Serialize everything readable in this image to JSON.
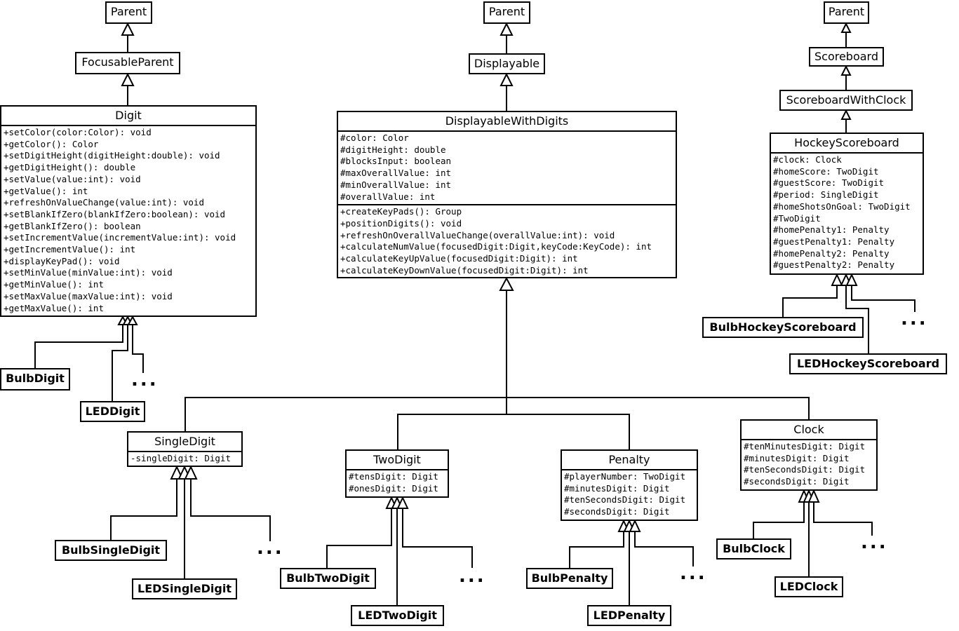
{
  "left": {
    "parent": "Parent",
    "focusable": "FocusableParent",
    "digit": {
      "title": "Digit",
      "methods": [
        "+setColor(color:Color): void",
        "+getColor(): Color",
        "+setDigitHeight(digitHeight:double): void",
        "+getDigitHeight(): double",
        "+setValue(value:int): void",
        "+getValue(): int",
        "+refreshOnValueChange(value:int): void",
        "+setBlankIfZero(blankIfZero:boolean): void",
        "+getBlankIfZero(): boolean",
        "+setIncrementValue(incrementValue:int): void",
        "+getIncrementValue(): int",
        "+displayKeyPad(): void",
        "+setMinValue(minValue:int): void",
        "+getMinValue(): int",
        "+setMaxValue(maxValue:int): void",
        "+getMaxValue(): int"
      ]
    },
    "bulb": "BulbDigit",
    "led": "LEDDigit",
    "more": "..."
  },
  "center": {
    "parent": "Parent",
    "displayable": "Displayable",
    "dwd": {
      "title": "DisplayableWithDigits",
      "attributes": [
        "#color: Color",
        "#digitHeight: double",
        "#blocksInput: boolean",
        "#maxOverallValue: int",
        "#minOverallValue: int",
        "#overallValue: int"
      ],
      "methods": [
        "+createKeyPads(): Group",
        "+positionDigits(): void",
        "+refreshOnOverallValueChange(overallValue:int): void",
        "+calculateNumValue(focusedDigit:Digit,keyCode:KeyCode): int",
        "+calculateKeyUpValue(focusedDigit:Digit): int",
        "+calculateKeyDownValue(focusedDigit:Digit): int"
      ]
    }
  },
  "right": {
    "parent": "Parent",
    "scoreboard": "Scoreboard",
    "withclock": "ScoreboardWithClock",
    "hockey": {
      "title": "HockeyScoreboard",
      "attributes": [
        "#clock: Clock",
        "#homeScore: TwoDigit",
        "#guestScore: TwoDigit",
        "#period: SingleDigit",
        "#homeShotsOnGoal: TwoDigit",
        "#TwoDigit",
        "#homePenalty1: Penalty",
        "#guestPenalty1: Penalty",
        "#homePenalty2: Penalty",
        "#guestPenalty2: Penalty"
      ]
    },
    "bulb": "BulbHockeyScoreboard",
    "led": "LEDHockeyScoreboard",
    "more": "..."
  },
  "single": {
    "title": "SingleDigit",
    "attributes": [
      "-singleDigit: Digit"
    ],
    "bulb": "BulbSingleDigit",
    "led": "LEDSingleDigit",
    "more": "..."
  },
  "two": {
    "title": "TwoDigit",
    "attributes": [
      "#tensDigit: Digit",
      "#onesDigit: Digit"
    ],
    "bulb": "BulbTwoDigit",
    "led": "LEDTwoDigit",
    "more": "..."
  },
  "penalty": {
    "title": "Penalty",
    "attributes": [
      "#playerNumber: TwoDigit",
      "#minutesDigit: Digit",
      "#tenSecondsDigit: Digit",
      "#secondsDigit: Digit"
    ],
    "bulb": "BulbPenalty",
    "led": "LEDPenalty",
    "more": "..."
  },
  "clock": {
    "title": "Clock",
    "attributes": [
      "#tenMinutesDigit: Digit",
      "#minutesDigit: Digit",
      "#tenSecondsDigit: Digit",
      "#secondsDigit: Digit"
    ],
    "bulb": "BulbClock",
    "led": "LEDClock",
    "more": "..."
  }
}
